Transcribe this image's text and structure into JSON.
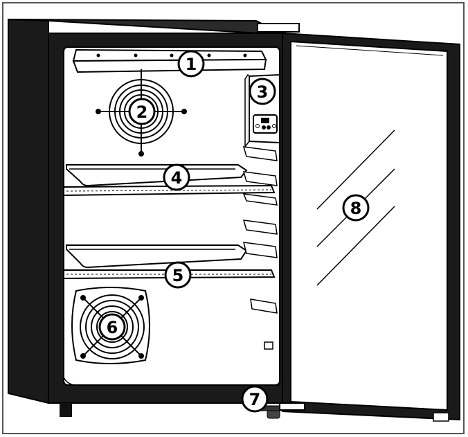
{
  "diagram": {
    "callouts": [
      {
        "id": "1",
        "label": "1"
      },
      {
        "id": "2",
        "label": "2"
      },
      {
        "id": "3",
        "label": "3"
      },
      {
        "id": "4",
        "label": "4"
      },
      {
        "id": "5",
        "label": "5"
      },
      {
        "id": "6",
        "label": "6"
      },
      {
        "id": "7",
        "label": "7"
      },
      {
        "id": "8",
        "label": "8"
      }
    ],
    "colors": {
      "stroke": "#000000",
      "cabinet": "#1a1a1a",
      "interior": "#ffffff",
      "callout_fill": "#ffffff"
    }
  }
}
